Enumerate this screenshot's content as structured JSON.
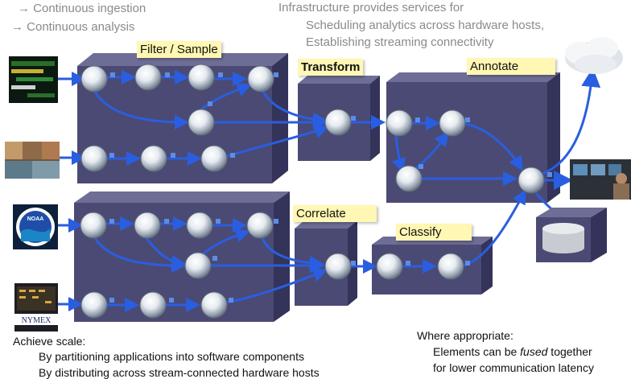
{
  "header_left": {
    "line1": "→ Continuous ingestion",
    "line2": "→ Continuous analysis"
  },
  "header_right": {
    "line1": "Infrastructure provides services for",
    "line2": "Scheduling analytics across hardware hosts,",
    "line3": "Establishing streaming connectivity"
  },
  "stages": {
    "filter": "Filter / Sample",
    "transform": "Transform",
    "annotate": "Annotate",
    "correlate": "Correlate",
    "classify": "Classify"
  },
  "sources": {
    "noaa": "NOAA",
    "nymex": "NYMEX"
  },
  "footer_left": {
    "title": "Achieve scale:",
    "item1": "By partitioning applications into software components",
    "item2": "By distributing across stream-connected hardware hosts"
  },
  "footer_right": {
    "title": "Where appropriate:",
    "line1_before": "Elements can be ",
    "line1_em": "fused",
    "line1_after": " together",
    "line2": "for lower communication latency"
  },
  "colors": {
    "box_front": "#4b4a74",
    "box_top": "#6e6d96",
    "box_side": "#34335a",
    "arrow": "#2a5ee0",
    "label_bg": "#fff7b3",
    "header_text": "#8a8a8a"
  }
}
